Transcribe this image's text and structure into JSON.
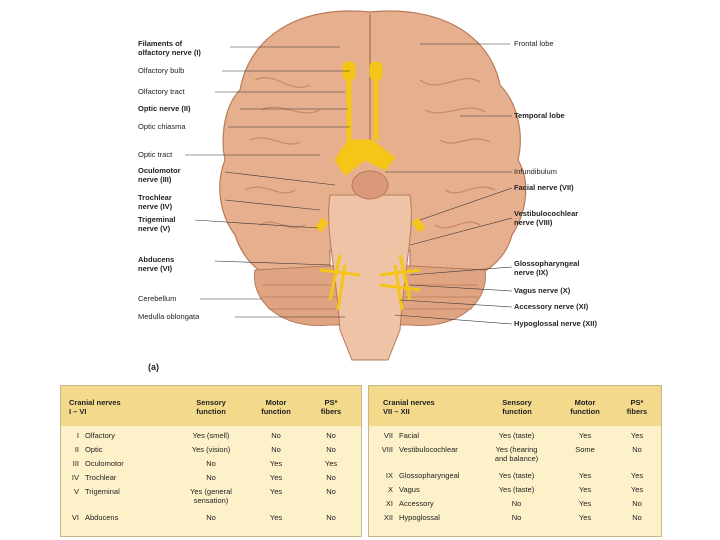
{
  "figure_label": "(a)",
  "labels_left": {
    "filaments": "Filaments of\nolfactory nerve (I)",
    "bulb": "Olfactory bulb",
    "tract": "Olfactory tract",
    "optic_nerve": "Optic nerve (II)",
    "chiasma": "Optic chiasma",
    "optic_tract": "Optic tract",
    "oculomotor": "Oculomotor\nnerve (III)",
    "trochlear": "Trochlear\nnerve (IV)",
    "trigeminal": "Trigeminal\nnerve (V)",
    "abducens": "Abducens\nnerve (VI)",
    "cerebellum": "Cerebellum",
    "medulla": "Medulla oblongata"
  },
  "labels_right": {
    "frontal": "Frontal lobe",
    "temporal": "Temporal lobe",
    "infundibulum": "Infundibulum",
    "facial": "Facial nerve (VII)",
    "vestibulo": "Vestibulocochlear\nnerve (VIII)",
    "glosso": "Glossopharyngeal\nnerve (IX)",
    "vagus": "Vagus nerve (X)",
    "accessory": "Accessory nerve (XI)",
    "hypoglossal": "Hypoglossal nerve (XII)"
  },
  "colors": {
    "brain": "#e6b08f",
    "brain_dark": "#c98866",
    "nerve": "#f5c518",
    "table_bg": "#fdf1c9",
    "table_header": "#f3d98b"
  },
  "table_left": {
    "headers": [
      "Cranial nerves\nI – VI",
      "Sensory\nfunction",
      "Motor\nfunction",
      "PS*\nfibers"
    ],
    "rows": [
      {
        "num": "I",
        "name": "Olfactory",
        "sensory": "Yes (smell)",
        "motor": "No",
        "ps": "No"
      },
      {
        "num": "II",
        "name": "Optic",
        "sensory": "Yes (vision)",
        "motor": "No",
        "ps": "No"
      },
      {
        "num": "III",
        "name": "Oculomotor",
        "sensory": "No",
        "motor": "Yes",
        "ps": "Yes"
      },
      {
        "num": "IV",
        "name": "Trochlear",
        "sensory": "No",
        "motor": "Yes",
        "ps": "No"
      },
      {
        "num": "V",
        "name": "Trigeminal",
        "sensory": "Yes (general\nsensation)",
        "motor": "Yes",
        "ps": "No"
      },
      {
        "num": "VI",
        "name": "Abducens",
        "sensory": "No",
        "motor": "Yes",
        "ps": "No"
      }
    ]
  },
  "table_right": {
    "headers": [
      "Cranial nerves\nVII – XII",
      "Sensory\nfunction",
      "Motor\nfunction",
      "PS*\nfibers"
    ],
    "rows": [
      {
        "num": "VII",
        "name": "Facial",
        "sensory": "Yes (taste)",
        "motor": "Yes",
        "ps": "Yes"
      },
      {
        "num": "VIII",
        "name": "Vestibulocochlear",
        "sensory": "Yes (hearing\nand balance)",
        "motor": "Some",
        "ps": "No"
      },
      {
        "num": "IX",
        "name": "Glossopharyngeal",
        "sensory": "Yes (taste)",
        "motor": "Yes",
        "ps": "Yes"
      },
      {
        "num": "X",
        "name": "Vagus",
        "sensory": "Yes (taste)",
        "motor": "Yes",
        "ps": "Yes"
      },
      {
        "num": "XI",
        "name": "Accessory",
        "sensory": "No",
        "motor": "Yes",
        "ps": "No"
      },
      {
        "num": "XII",
        "name": "Hypoglossal",
        "sensory": "No",
        "motor": "Yes",
        "ps": "No"
      }
    ]
  }
}
